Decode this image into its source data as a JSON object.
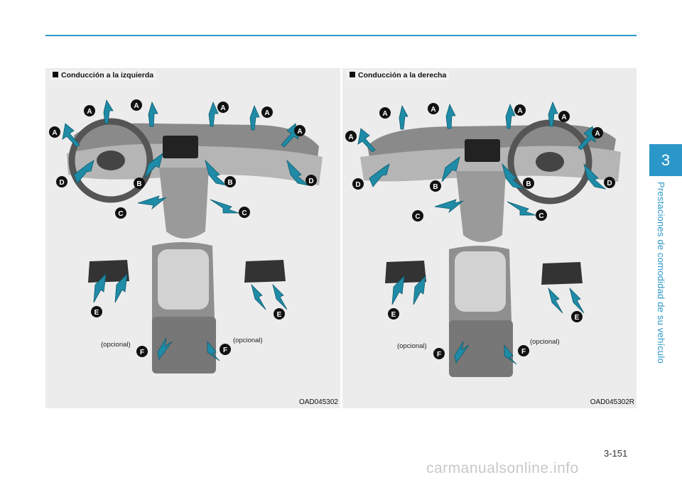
{
  "chapter": {
    "number": "3",
    "title": "Prestaciones de comodidad de su vehículo"
  },
  "figures": [
    {
      "title": "Conducción a la izquierda",
      "code": "OAD045302",
      "opcional_left": "(opcional)",
      "opcional_right": "(opcional)",
      "labels": [
        "A",
        "A",
        "A",
        "A",
        "A",
        "A",
        "B",
        "B",
        "C",
        "C",
        "D",
        "D",
        "E",
        "E",
        "F",
        "F"
      ]
    },
    {
      "title": "Conducción a la derecha",
      "code": "OAD045302R",
      "opcional_left": "(opcional)",
      "opcional_right": "(opcional)",
      "labels": [
        "A",
        "A",
        "A",
        "A",
        "A",
        "A",
        "B",
        "B",
        "C",
        "C",
        "D",
        "D",
        "E",
        "E",
        "F",
        "F"
      ]
    }
  ],
  "page_number": "3-151",
  "watermark": "carmanualsonline.info",
  "colors": {
    "accent": "#2b97c9",
    "arrow": "#1f8ba6",
    "panel": "#ececec"
  }
}
